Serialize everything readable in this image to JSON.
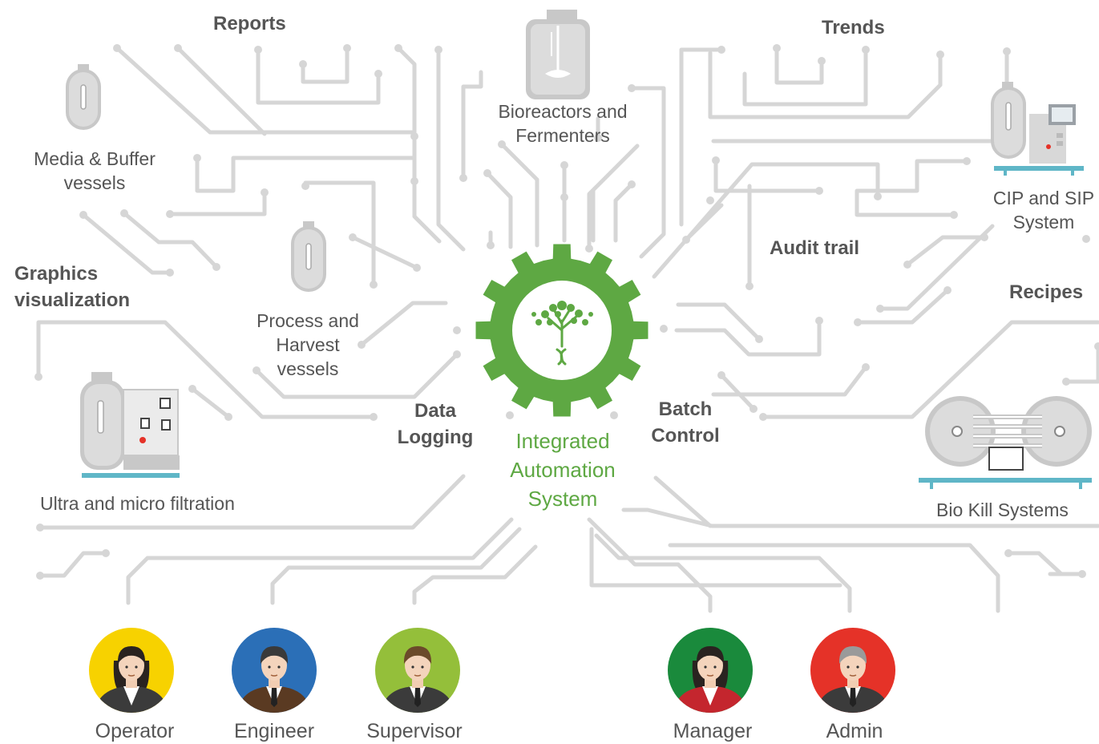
{
  "center": {
    "title_lines": [
      "Integrated",
      "Automation",
      "System"
    ],
    "accent_color": "#5ea843",
    "icon": "gear-tree-icon"
  },
  "equipment": {
    "media_buffer": {
      "lines": [
        "Media & Buffer",
        "vessels"
      ],
      "icon": "vessel-icon"
    },
    "process_harvest": {
      "lines": [
        "Process and",
        "Harvest",
        "vessels"
      ],
      "icon": "vessel-icon"
    },
    "bioreactors": {
      "lines": [
        "Bioreactors and",
        "Fermenters"
      ],
      "icon": "bioreactor-icon"
    },
    "cip_sip": {
      "lines": [
        "CIP and SIP",
        "System"
      ],
      "icon": "cip-skid-icon"
    },
    "ultra_micro": {
      "lines": [
        "Ultra and micro filtration"
      ],
      "icon": "filtration-skid-icon"
    },
    "bio_kill": {
      "lines": [
        "Bio Kill Systems"
      ],
      "icon": "bio-kill-tanks-icon"
    }
  },
  "functions": {
    "reports": "Reports",
    "trends": "Trends",
    "graphics": [
      "Graphics",
      "visualization"
    ],
    "audit_trail": "Audit trail",
    "recipes": "Recipes",
    "data_logging": [
      "Data",
      "Logging"
    ],
    "batch_control": [
      "Batch",
      "Control"
    ]
  },
  "users": [
    {
      "label": "Operator",
      "color": "#f7d200",
      "icon": "female-user-icon"
    },
    {
      "label": "Engineer",
      "color": "#2b6fb7",
      "icon": "male-user-icon"
    },
    {
      "label": "Supervisor",
      "color": "#94bf3a",
      "icon": "male-user-icon"
    },
    {
      "label": "Manager",
      "color": "#1a8a3c",
      "icon": "female-user-icon"
    },
    {
      "label": "Admin",
      "color": "#e53228",
      "icon": "senior-male-user-icon"
    }
  ],
  "colors": {
    "circuit": "#d6d6d6",
    "equipment": "#c8c8c8",
    "base": "#5fb6c7",
    "text": "#555555"
  }
}
